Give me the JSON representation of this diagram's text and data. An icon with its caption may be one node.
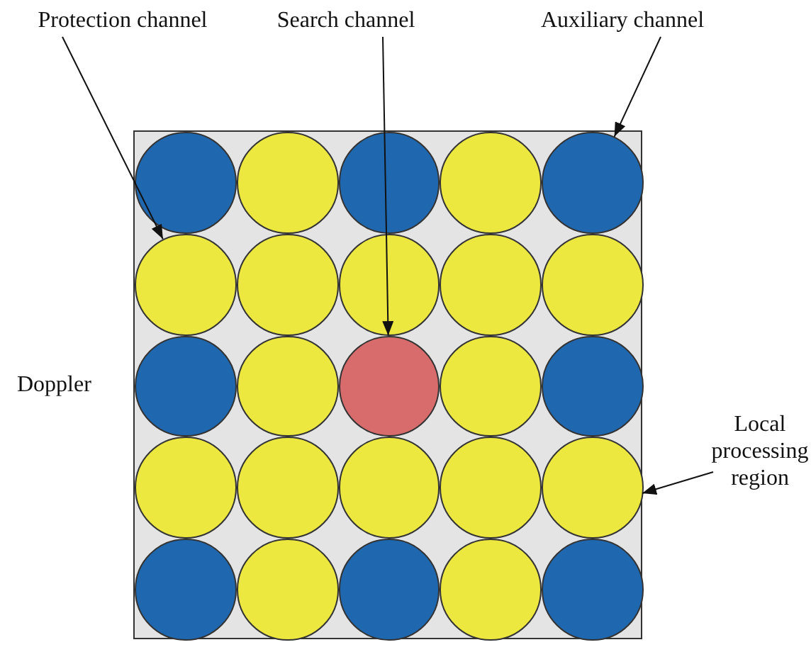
{
  "diagram": {
    "nodes": [
      {
        "text": [
          "Protection channel"
        ]
      },
      {
        "text": [
          "Search channel"
        ]
      },
      {
        "text": [
          "Auxiliary channel"
        ]
      },
      {
        "text": [
          "Local processing region"
        ]
      },
      {
        "text": [],
        "shape": "box"
      },
      {
        "text": [],
        "shape": "circle",
        "in": 4
      },
      {
        "text": [],
        "shape": "circle",
        "in": 4
      },
      {
        "text": [],
        "shape": "circle",
        "in": 4
      },
      {
        "text": [],
        "shape": "circle",
        "in": 4
      },
      {
        "text": [],
        "shape": "circle",
        "in": 4
      },
      {
        "text": [],
        "shape": "circle",
        "in": 4
      },
      {
        "text": [],
        "shape": "circle",
        "in": 4
      },
      {
        "text": [],
        "shape": "circle",
        "in": 4
      },
      {
        "text": [],
        "shape": "circle",
        "in": 4
      },
      {
        "text": [],
        "shape": "circle",
        "in": 4
      },
      {
        "text": [],
        "shape": "circle",
        "in": 4
      },
      {
        "text": [],
        "shape": "circle",
        "in": 4
      },
      {
        "text": [],
        "shape": "circle",
        "in": 4
      },
      {
        "text": [],
        "shape": "circle",
        "in": 4
      },
      {
        "text": [],
        "shape": "circle",
        "in": 4
      },
      {
        "text": [],
        "shape": "circle",
        "in": 4
      },
      {
        "text": [],
        "shape": "circle",
        "in": 4
      },
      {
        "text": [],
        "shape": "circle",
        "in": 4
      },
      {
        "text": [],
        "shape": "circle",
        "in": 4
      },
      {
        "text": [],
        "shape": "circle",
        "in": 4
      },
      {
        "text": [],
        "shape": "circle",
        "in": 4
      },
      {
        "text": [],
        "shape": "circle",
        "in": 4
      },
      {
        "text": [],
        "shape": "circle",
        "in": 4
      },
      {
        "text": [],
        "shape": "circle",
        "in": 4
      },
      {
        "text": [],
        "shape": "circle",
        "in": 4
      }
    ],
    "edges": [
      {
        "from": 0,
        "to": 10,
        "arrow": "to"
      },
      {
        "from": 1,
        "to": 17,
        "arrow": "to"
      },
      {
        "from": 2,
        "to": 9,
        "arrow": "to"
      },
      {
        "from": 3,
        "to": 4,
        "arrow": "to"
      }
    ],
    "labels": [
      "Doppler"
    ]
  }
}
